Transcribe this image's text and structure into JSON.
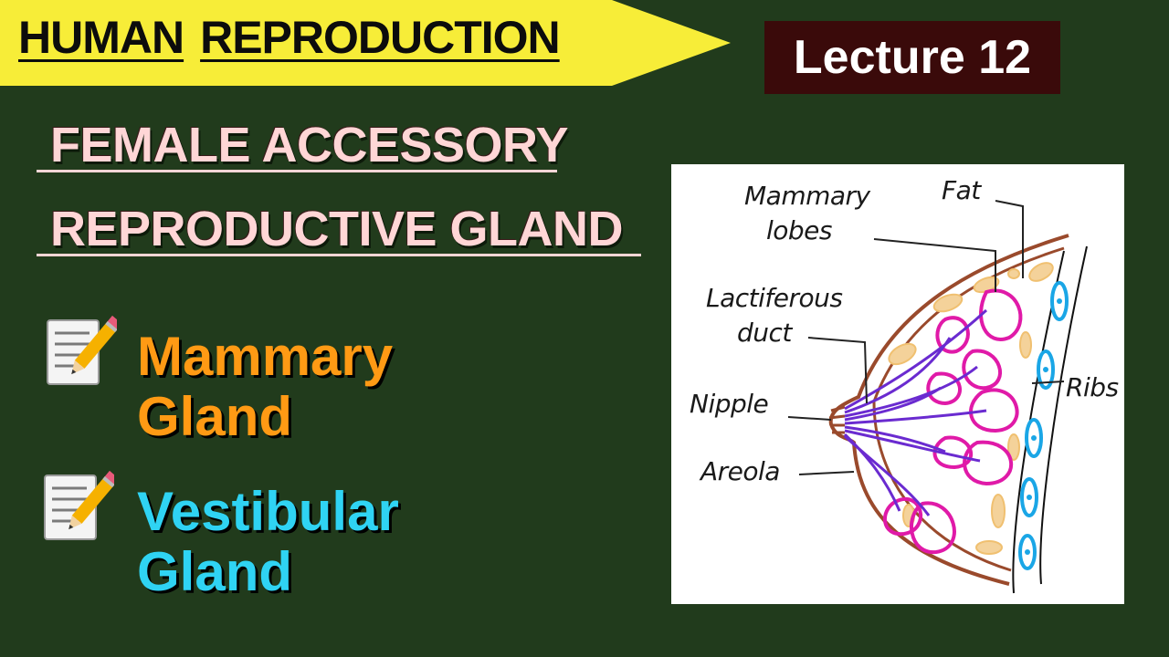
{
  "header": {
    "word1": "HUMAN",
    "word2": "REPRODUCTION",
    "lecture": "Lecture 12"
  },
  "title": {
    "line1": "FEMALE ACCESSORY",
    "line2": "REPRODUCTIVE GLAND"
  },
  "items": [
    {
      "line1": "Mammary",
      "line2": "Gland",
      "icon": "memo-icon",
      "color": "#ff9a14"
    },
    {
      "line1": "Vestibular",
      "line2": "Gland",
      "icon": "memo-icon",
      "color": "#2fd3f3"
    }
  ],
  "diagram": {
    "labels": {
      "mammary_lobes_1": "Mammary",
      "mammary_lobes_2": "lobes",
      "fat": "Fat",
      "lactiferous_1": "Lactiferous",
      "lactiferous_2": "duct",
      "nipple": "Nipple",
      "areola": "Areola",
      "ribs": "Ribs"
    }
  },
  "colors": {
    "background": "#213b1c",
    "banner": "#f7ed38",
    "lecture_bg": "#3a0a0a",
    "title_text": "#ffd6d6"
  }
}
